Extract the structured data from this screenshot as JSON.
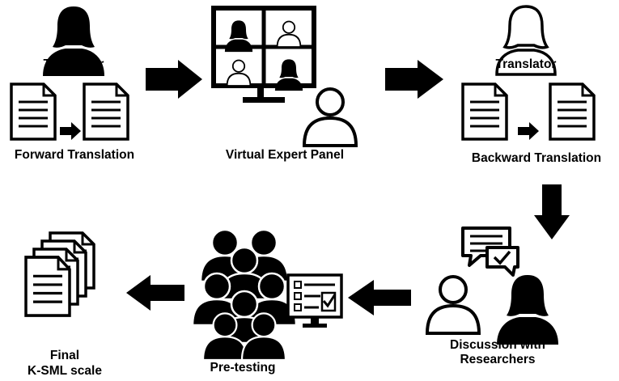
{
  "steps": {
    "translator_1": "Translator",
    "forward_translation": "Forward Translation",
    "virtual_expert_panel": "Virtual Expert Panel",
    "translator_2": "Translator",
    "backward_translation": "Backward Translation",
    "discussion_line1": "Discussion with",
    "discussion_line2": "Researchers",
    "pretesting": "Pre-testing",
    "final_line1": "Final",
    "final_line2": "K-SML scale"
  },
  "icons": {
    "translator_1": "female-person-icon",
    "forward_doc_1": "document-icon",
    "forward_doc_2": "document-icon",
    "video_call": "video-conference-monitor-icon",
    "expert_person": "person-outline-icon",
    "translator_2": "female-person-outline-icon",
    "backward_doc_1": "document-icon",
    "backward_doc_2": "document-icon",
    "chat": "chat-bubbles-icon",
    "researcher_1": "person-outline-icon",
    "researcher_2": "female-person-icon",
    "crowd": "people-group-icon",
    "survey_monitor": "survey-monitor-icon",
    "document_stack": "document-stack-icon"
  },
  "colors": {
    "ink": "#000000",
    "paper": "#ffffff"
  }
}
